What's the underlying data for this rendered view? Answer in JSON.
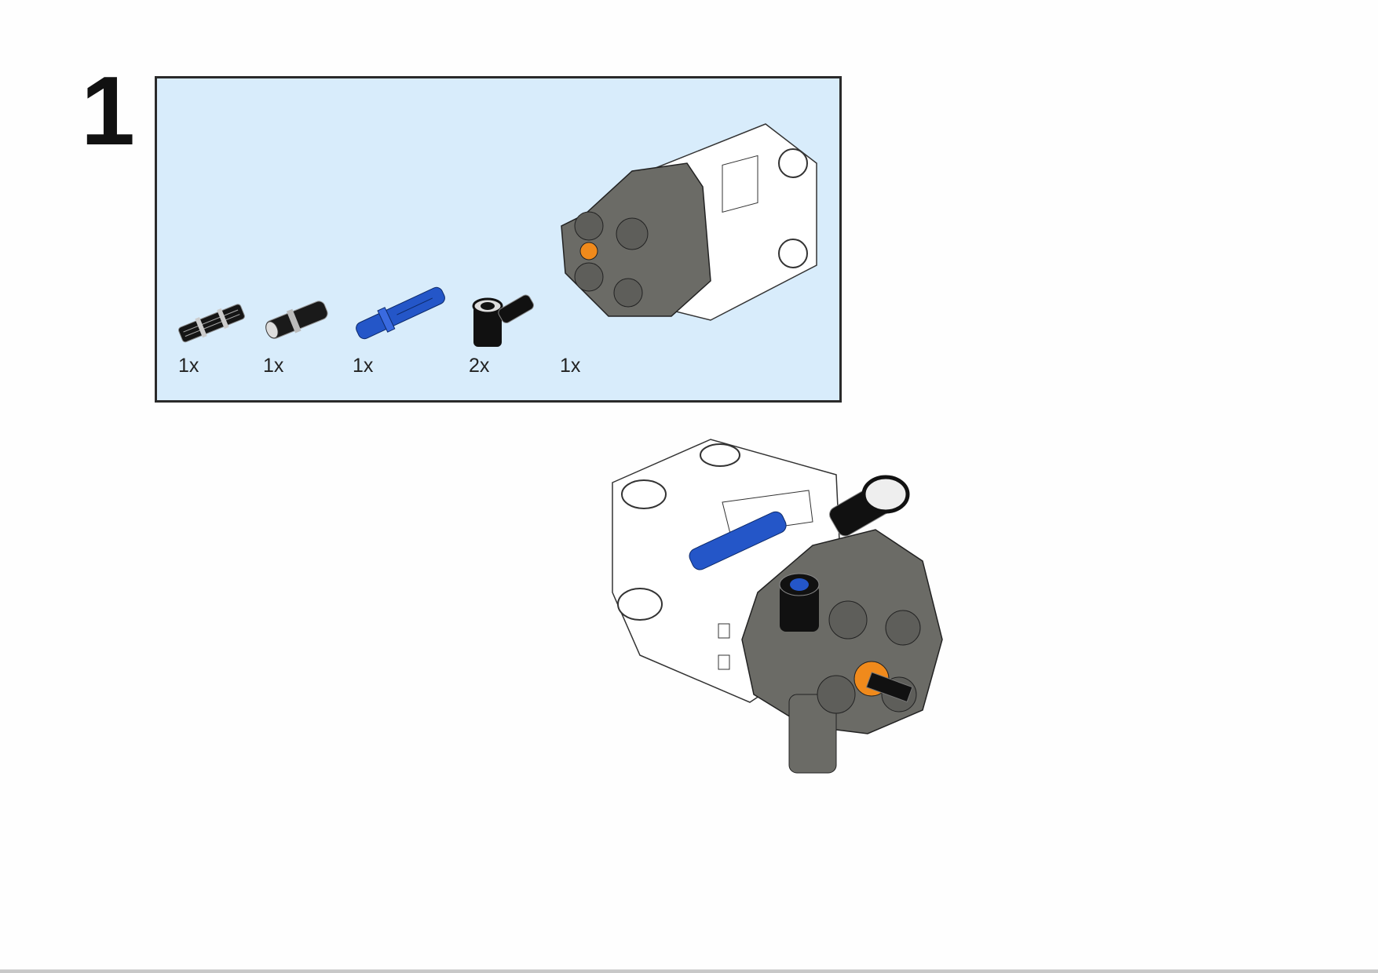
{
  "step": {
    "number": "1"
  },
  "parts_list": {
    "items": [
      {
        "name": "axle-connector",
        "quantity": "1x"
      },
      {
        "name": "axle-pin",
        "quantity": "1x"
      },
      {
        "name": "blue-long-pin",
        "quantity": "1x"
      },
      {
        "name": "pin-connector-perpendicular",
        "quantity": "2x"
      },
      {
        "name": "power-functions-motor",
        "quantity": "1x"
      }
    ]
  },
  "colors": {
    "panel_bg": "#d8ecfb",
    "motor_gray": "#6b6b66",
    "motor_white": "#ffffff",
    "pin_blue": "#2456c8",
    "accent_orange": "#f08a1c"
  }
}
